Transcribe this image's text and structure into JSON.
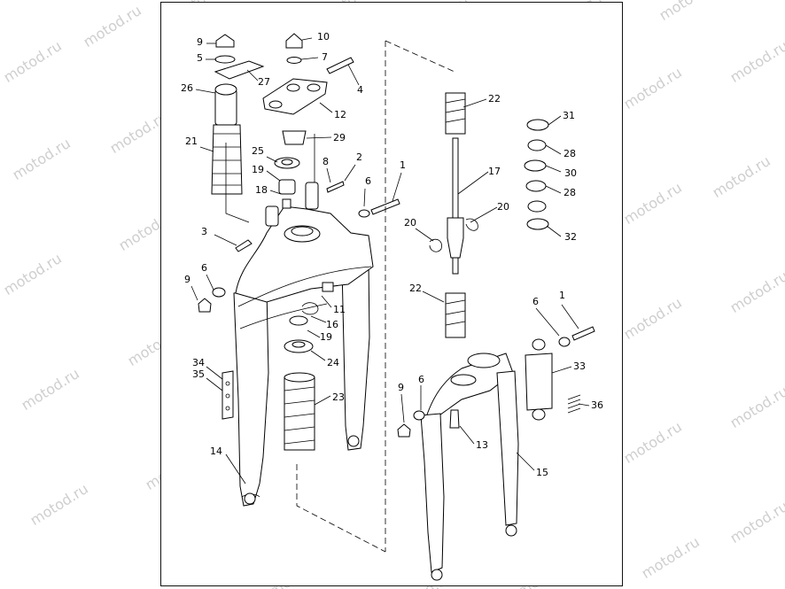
{
  "watermark": "motod.ru",
  "callouts": [
    "1",
    "2",
    "3",
    "4",
    "5",
    "6",
    "7",
    "8",
    "9",
    "10",
    "11",
    "12",
    "13",
    "14",
    "15",
    "16",
    "17",
    "18",
    "19",
    "20",
    "21",
    "22",
    "23",
    "24",
    "25",
    "26",
    "27",
    "28",
    "29",
    "30",
    "31",
    "32",
    "33",
    "34",
    "35",
    "36"
  ],
  "colors": {
    "line": "#000000",
    "watermark": "#cfcfcf",
    "background": "#ffffff"
  }
}
